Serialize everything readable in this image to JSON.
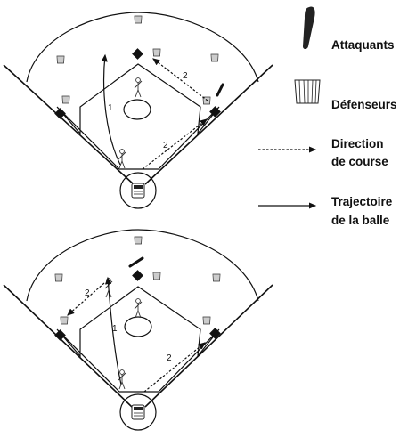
{
  "legend": {
    "attackers": "Attaquants",
    "defenders": "Défenseurs",
    "run_direction_line1": "Direction",
    "run_direction_line2": "de course",
    "ball_path_line1": "Trajectoire",
    "ball_path_line2": "de la balle"
  },
  "diagram_top": {
    "label_ball": "1",
    "label_run_1": "2",
    "label_run_2": "2"
  },
  "diagram_bottom": {
    "label_ball": "1",
    "label_run_1": "2",
    "label_run_2": "2"
  },
  "colors": {
    "ink": "#111111",
    "background": "#ffffff"
  }
}
